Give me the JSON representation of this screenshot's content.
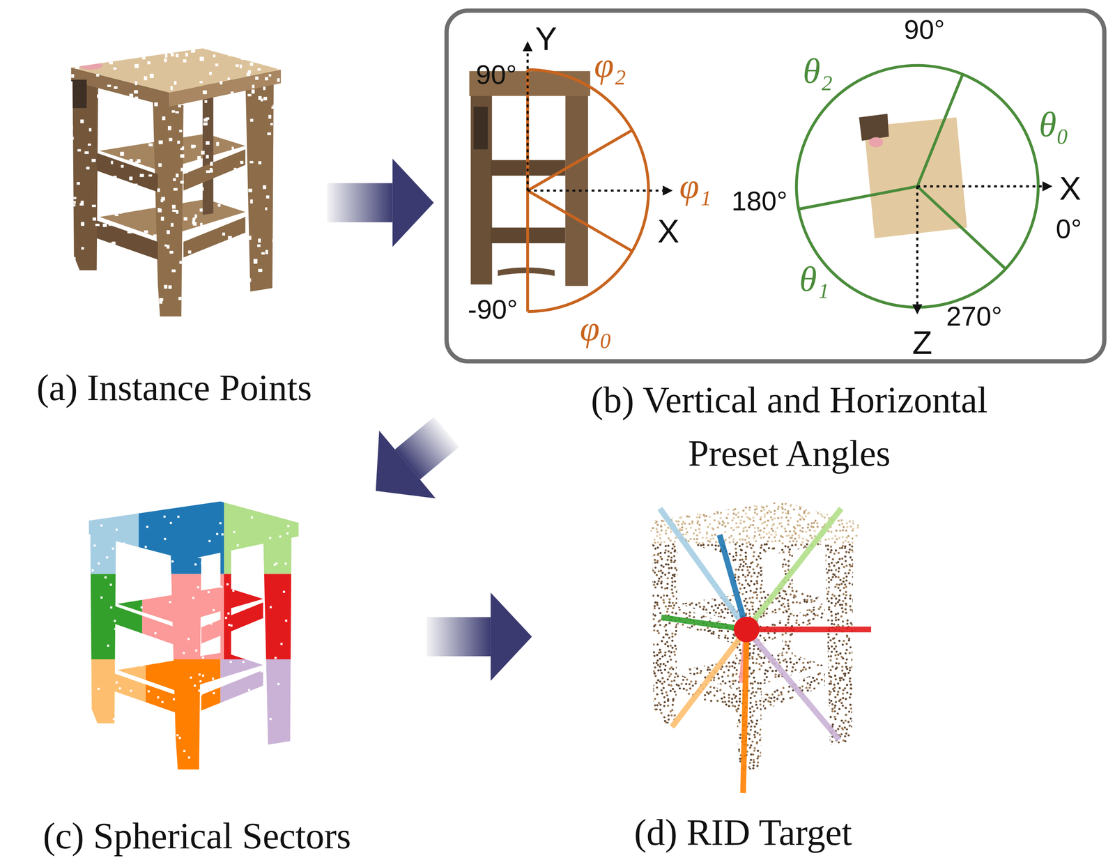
{
  "diagram": {
    "nodes": [
      {
        "text": [
          "(a) Instance Points"
        ]
      },
      {
        "text": [
          "(b) Vertical and Horizontal Preset Angles"
        ]
      },
      {
        "text": [
          "(c) Spherical Sectors"
        ]
      },
      {
        "text": [
          "(d) RID Target"
        ]
      }
    ],
    "edges": [
      {
        "from": 0,
        "to": 1,
        "arrow": "to"
      },
      {
        "from": 1,
        "to": 2,
        "arrow": "to"
      },
      {
        "from": 2,
        "to": 3,
        "arrow": "to"
      }
    ],
    "labels": [
      "Y",
      "90°",
      "φ₂",
      "φ₁",
      "X",
      "-90°",
      "φ₀",
      "90°",
      "θ₂",
      "θ₀",
      "180°",
      "X",
      "0°",
      "θ₁",
      "Z",
      "270°"
    ]
  }
}
